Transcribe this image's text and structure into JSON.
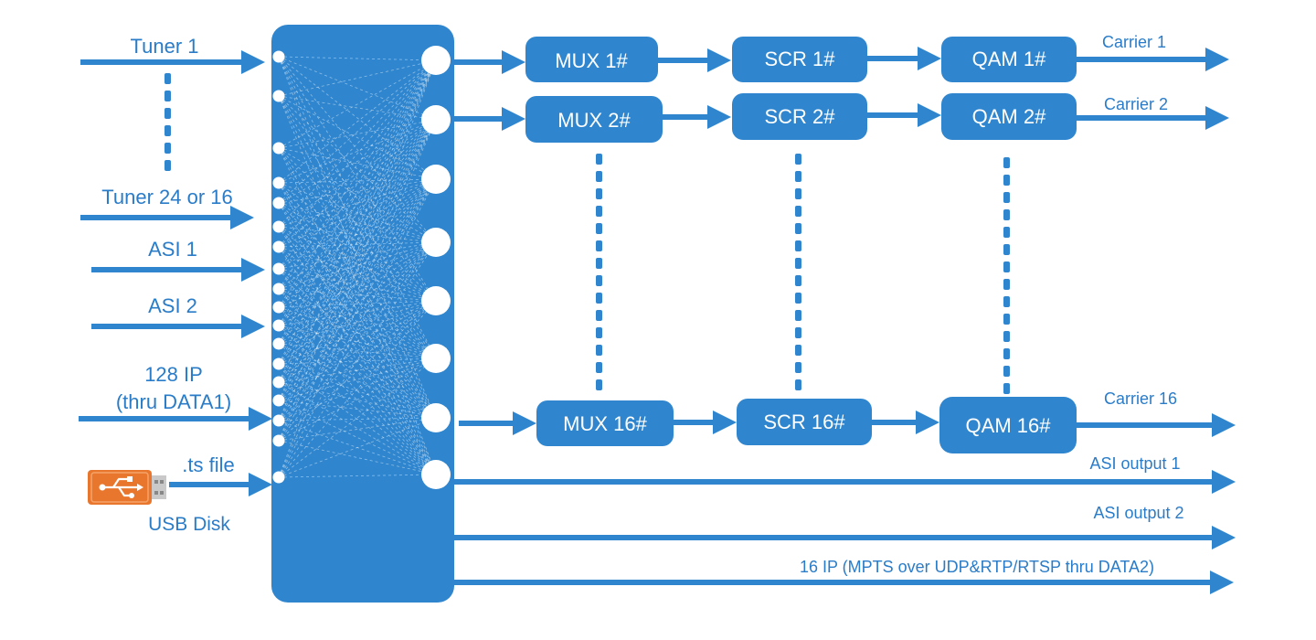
{
  "colors": {
    "primary": "#2f86cf",
    "label": "#2a7cc8",
    "usb_orange": "#e8772d"
  },
  "inputs": {
    "tuner_1": "Tuner 1",
    "tuner_last": "Tuner 24 or 16",
    "asi_1": "ASI 1",
    "asi_2": "ASI 2",
    "ip_line1": "128 IP",
    "ip_line2": "(thru DATA1)",
    "ts_file": ".ts file",
    "usb_disk": "USB Disk"
  },
  "chains": [
    {
      "mux": "MUX 1#",
      "scr": "SCR 1#",
      "qam": "QAM 1#",
      "carrier": "Carrier 1"
    },
    {
      "mux": "MUX 2#",
      "scr": "SCR 2#",
      "qam": "QAM 2#",
      "carrier": "Carrier 2"
    },
    {
      "mux": "MUX 16#",
      "scr": "SCR 16#",
      "qam": "QAM 16#",
      "carrier": "Carrier 16"
    }
  ],
  "outputs": {
    "asi_output_1": "ASI output 1",
    "asi_output_2": "ASI output 2",
    "ip_output": "16 IP (MPTS over UDP&RTP/RTSP thru DATA2)"
  },
  "icons": {
    "usb": "usb-icon"
  }
}
